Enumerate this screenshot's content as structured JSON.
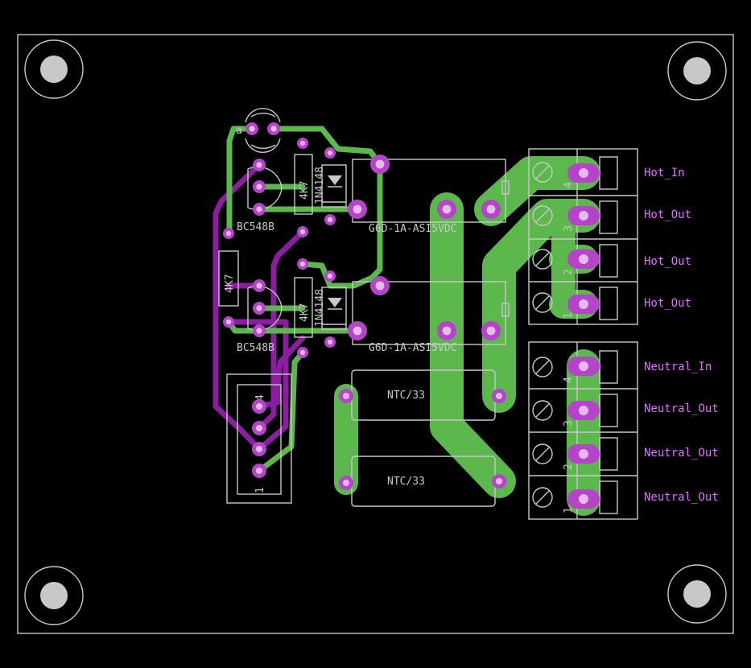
{
  "colors": {
    "background": "#000000",
    "silkscreen": "#c8c8c8",
    "top_copper": "#5cb84c",
    "bottom_copper": "#8b1ea0",
    "pad": "#b444c8",
    "label_text": "#e070ff"
  },
  "components": {
    "transistor_1": "BC548B",
    "transistor_2": "BC548B",
    "relay_1": "G6D-1A-ASI5VDC",
    "relay_2": "G6D-1A-ASI5VDC",
    "ntc_1": "NTC/33",
    "ntc_2": "NTC/33",
    "resistor_1": "4K7",
    "resistor_2": "4K7",
    "resistor_3": "4K7",
    "diode_1": "1N4148",
    "diode_2": "1N4148",
    "header_pin_1": "1",
    "header_pin_4": "4",
    "cap_mark": "a"
  },
  "terminal_hot": {
    "labels": [
      "Hot_In",
      "Hot_Out",
      "Hot_Out",
      "Hot_Out"
    ],
    "pin_numbers": [
      "4",
      "3",
      "2",
      "1"
    ]
  },
  "terminal_neutral": {
    "labels": [
      "Neutral_In",
      "Neutral_Out",
      "Neutral_Out",
      "Neutral_Out"
    ],
    "pin_numbers": [
      "4",
      "3",
      "2",
      "1"
    ]
  }
}
